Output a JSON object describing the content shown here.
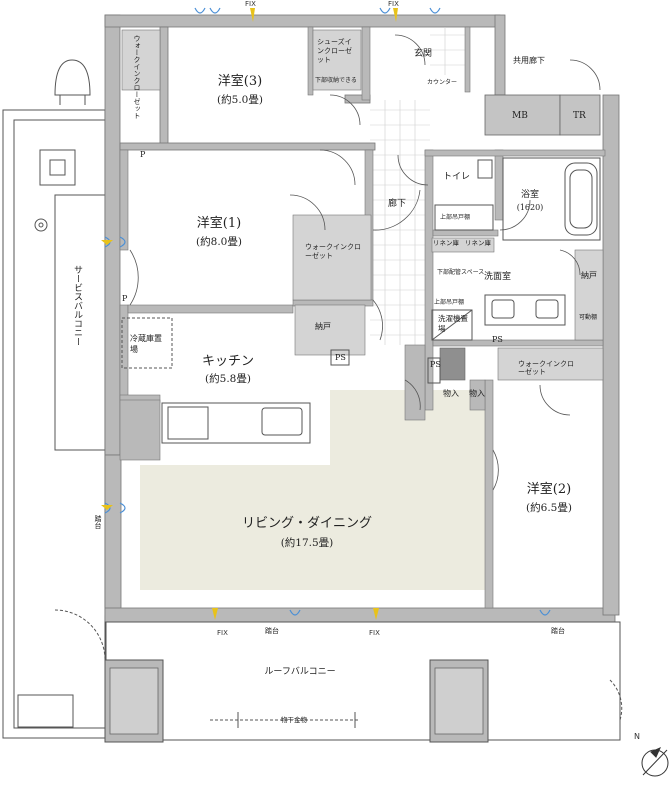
{
  "colors": {
    "wall": "#b9b9b9",
    "wall_dark": "#8f8f8f",
    "living_floor": "#ecebdf",
    "bath_floor": "#ffffff",
    "window_blue": "#4a8fd6",
    "window_yellow": "#e8c21a",
    "line": "#555555",
    "text": "#222222"
  },
  "rooms": {
    "western3": {
      "name": "洋室(3)",
      "size": "(約5.0畳)"
    },
    "western1": {
      "name": "洋室(1)",
      "size": "(約8.0畳)"
    },
    "western2": {
      "name": "洋室(2)",
      "size": "(約6.5畳)"
    },
    "kitchen": {
      "name": "キッチン",
      "size": "(約5.8畳)"
    },
    "living": {
      "name": "リビング・ダイニング",
      "size": "(約17.5畳)"
    },
    "bath": {
      "name": "浴室",
      "size": "(1620)"
    },
    "toilet": "トイレ",
    "corridor": "廊下",
    "entrance": "玄関",
    "washroom": "洗面室",
    "shared_corridor": "共用廊下",
    "roof_balcony": "ルーフバルコニー",
    "service_balcony": "サービスバルコニー"
  },
  "labels": {
    "walkin_closet_3": "ウォークインクローゼット",
    "shoes_closet": "シューズインクローゼット",
    "shoe_shelf": "下部収納できる",
    "counter": "カウンター",
    "walkin_closet_1": "ウォークインクローゼット",
    "storage1": "納戸",
    "storage2": "納戸",
    "walkin_closet_2": "ウォークインクローゼット",
    "fridge": "冷蔵庫置場",
    "mb": "MB",
    "tr": "TR",
    "linen1": "リネン庫",
    "linen2": "リネン庫",
    "washer": "洗濯機置場",
    "upper_cabinet": "上部吊戸棚",
    "lower_pipe": "下部配管スペース",
    "movable_shelf": "可動棚",
    "toilet_shelf": "上部吊戸棚",
    "storage_a": "物入",
    "storage_b": "物入",
    "ps1": "PS",
    "ps2": "PS",
    "ps3": "PS",
    "p1": "P",
    "p2": "P",
    "step1": "踏台",
    "step2": "踏台",
    "step3": "踏台",
    "laundry_rack": "物干金物",
    "fix1": "FIX",
    "fix2": "FIX",
    "fix3": "FIX",
    "fix4": "FIX",
    "north": "N"
  }
}
